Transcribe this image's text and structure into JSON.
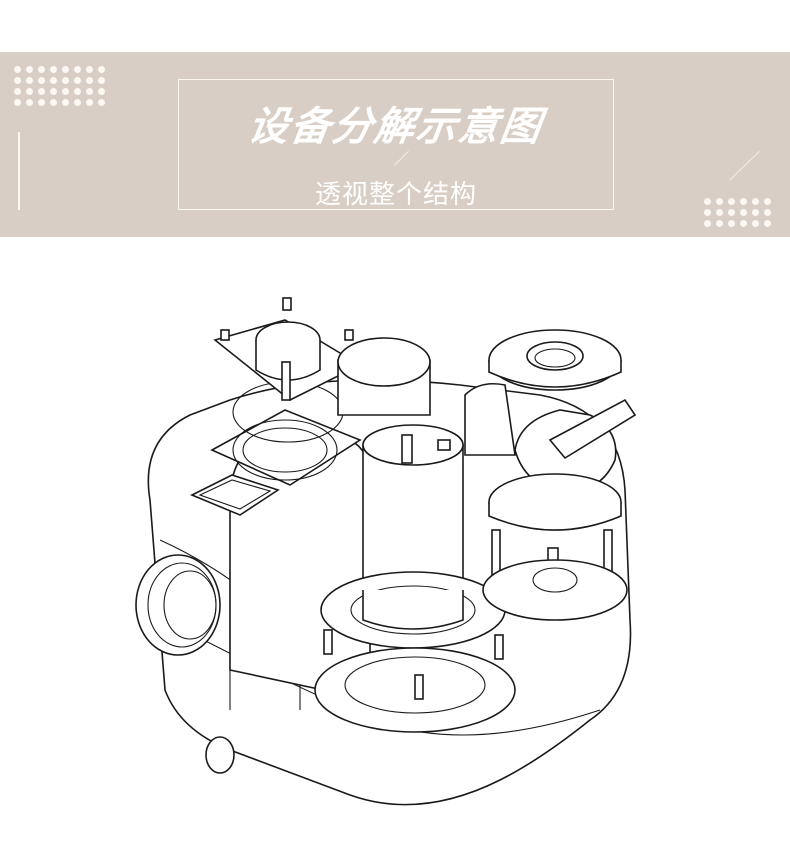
{
  "banner": {
    "title": "设备分解示意图",
    "subtitle": "透视整个结构",
    "background_color": "#d8cec5",
    "accent_color": "#ffffff",
    "decor": {
      "top_left_dots": {
        "cols": 8,
        "rows": 4
      },
      "bottom_right_dots": {
        "cols": 6,
        "rows": 3
      }
    }
  },
  "illustration": {
    "description": "exploded line drawing of sewage lifting station equipment",
    "parts": [
      "top-cover-flange",
      "inspection-opening",
      "tank-body",
      "side-inlet",
      "pump-column",
      "mounting-flange",
      "outlet-flange",
      "check-valve",
      "base-plate"
    ]
  }
}
